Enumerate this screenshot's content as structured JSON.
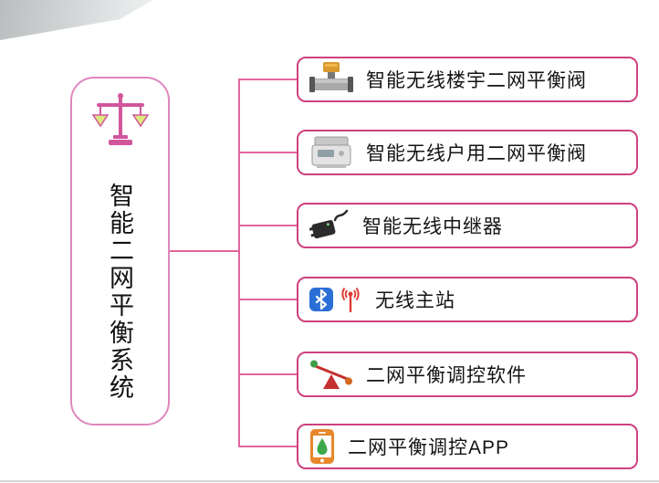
{
  "root": {
    "label": "智能二网平衡系统",
    "icon": "balance-scale-icon"
  },
  "branches": [
    {
      "label": "智能无线楼宇二网平衡阀",
      "icon": "building-balancing-valve-icon"
    },
    {
      "label": "智能无线户用二网平衡阀",
      "icon": "household-meter-valve-icon"
    },
    {
      "label": "智能无线中继器",
      "icon": "repeater-adapter-icon"
    },
    {
      "label": "无线主站",
      "icon": "bluetooth-wifi-icon"
    },
    {
      "label": "二网平衡调控软件",
      "icon": "balance-seesaw-icon"
    },
    {
      "label": "二网平衡调控APP",
      "icon": "smartphone-app-icon"
    }
  ],
  "colors": {
    "root_border": "#df87bd",
    "branch_border": "#ce4180",
    "connector": "#e3659d",
    "text": "#141414",
    "background": "#ffffff"
  }
}
